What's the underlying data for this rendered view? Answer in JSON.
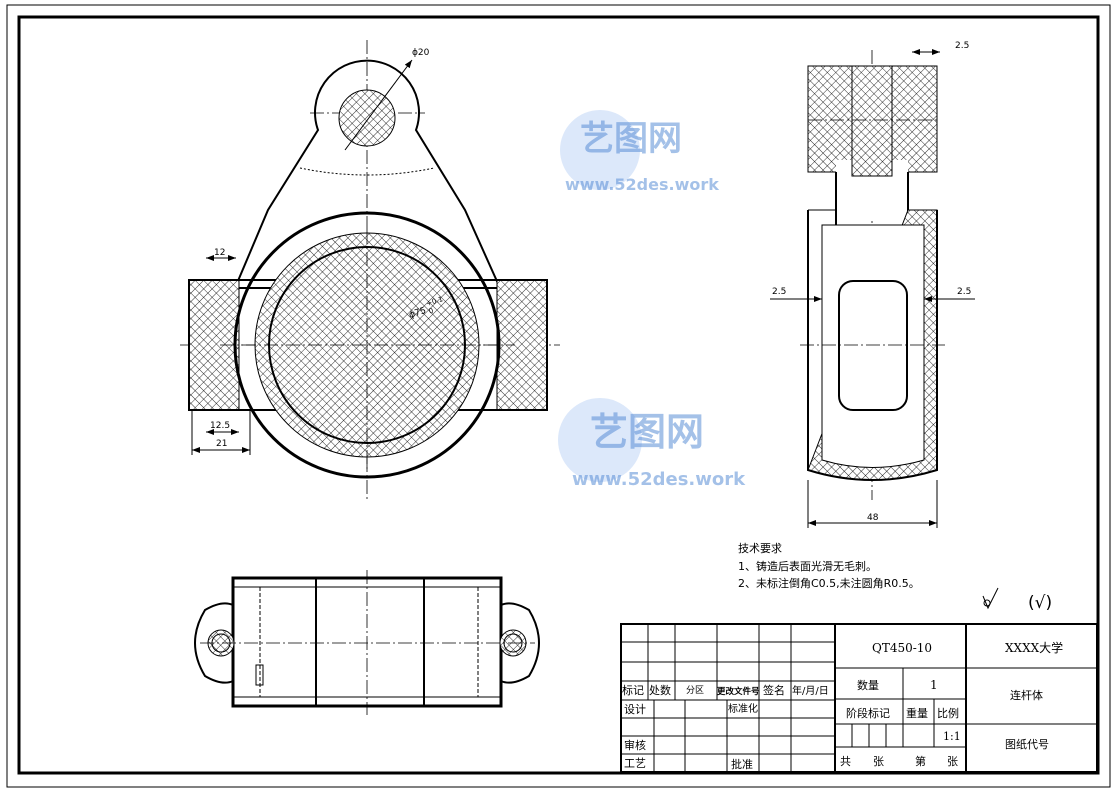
{
  "drawing": {
    "dimensions": {
      "boss_diameter": "ϕ20",
      "bore_diameter": "ϕ75",
      "bore_tol_upper": "+0.1",
      "bore_tol_lower": "0",
      "lug_width": "12",
      "lug_inner": "12.5",
      "lug_total": "21",
      "side_top_wall": "2.5",
      "side_left_wall": "2.5",
      "side_right_wall": "2.5",
      "side_width": "48"
    },
    "technical_requirements": {
      "title": "技术要求",
      "item1": "1、铸造后表面光滑无毛刺。",
      "item2": "2、未标注倒角C0.5,未注圆角R0.5。"
    },
    "roughness_symbol": "(√)"
  },
  "title_block": {
    "material": "QT450-10",
    "school": "XXXX大学",
    "part_name": "连杆体",
    "drawing_code": "图纸代号",
    "quantity_label": "数量",
    "quantity": "1",
    "stage_label": "阶段标记",
    "weight_label": "重量",
    "scale_label": "比例",
    "scale": "1:1",
    "total_label": "共",
    "sheets_label": "张",
    "sheet_no_label": "第",
    "sheet_label2": "张",
    "mark": "标记",
    "count": "处数",
    "zone": "分区",
    "change_doc": "更改文件号",
    "signature": "签名",
    "date": "年/月/日",
    "design": "设计",
    "standardize": "标准化",
    "review": "审核",
    "process": "工艺",
    "approve": "批准"
  },
  "watermark": {
    "brand": "艺图网",
    "url": "www.52des.work"
  }
}
